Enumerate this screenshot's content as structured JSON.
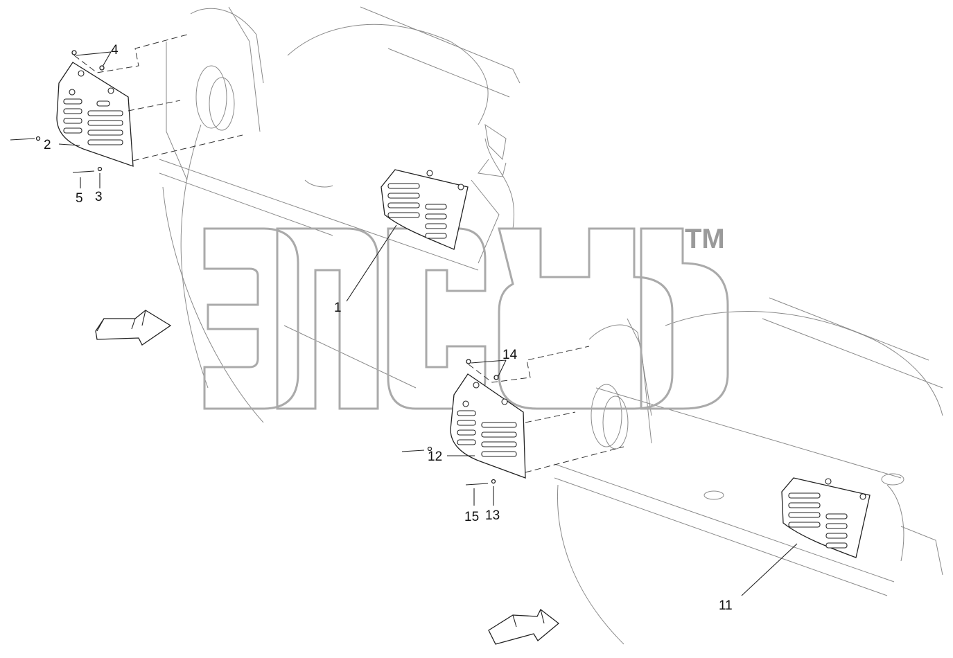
{
  "callouts": [
    {
      "id": "callout-1",
      "text": "1"
    },
    {
      "id": "callout-2",
      "text": "2"
    },
    {
      "id": "callout-3",
      "text": "3"
    },
    {
      "id": "callout-4",
      "text": "4"
    },
    {
      "id": "callout-5",
      "text": "5"
    },
    {
      "id": "callout-11",
      "text": "11"
    },
    {
      "id": "callout-12",
      "text": "12"
    },
    {
      "id": "callout-13",
      "text": "13"
    },
    {
      "id": "callout-14",
      "text": "14"
    },
    {
      "id": "callout-15",
      "text": "15"
    }
  ],
  "watermark": {
    "trademark": "TM"
  }
}
